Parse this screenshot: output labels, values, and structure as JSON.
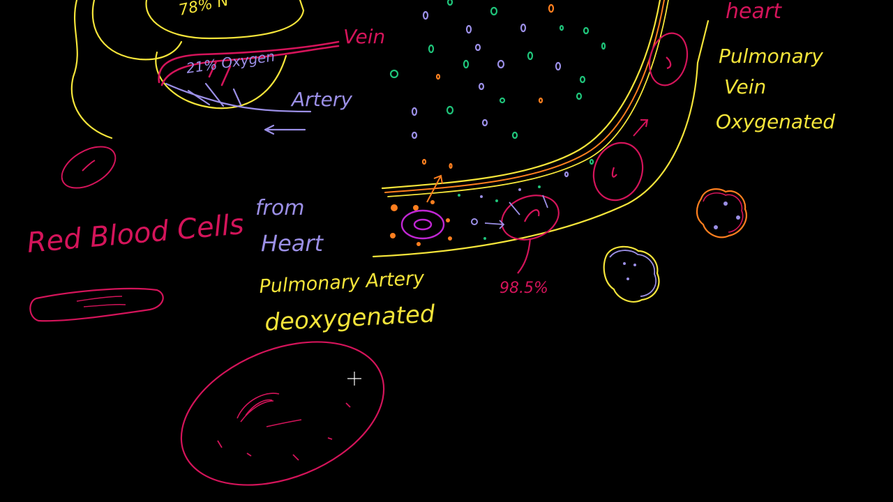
{
  "labels": {
    "heart_top": "heart",
    "pulmonary_vein_line1": "Pulmonary",
    "pulmonary_vein_line2": "Vein",
    "oxygenated": "Oxygenated",
    "vein": "Vein",
    "artery": "Artery",
    "oxygen_21": "21% Oxygen",
    "nitrogen_78": "78% N",
    "red_blood_cells": "Red Blood Cells",
    "from": "from",
    "heart": "Heart",
    "pulmonary_artery": "Pulmonary Artery",
    "deoxygenated": "deoxygenated",
    "saturation": "98.5%"
  },
  "colors": {
    "background": "#000000",
    "yellow": "#f4e43a",
    "magenta": "#d4145a",
    "blue": "#9b8fe6",
    "green": "#1fc47a",
    "orange": "#ff7f1f",
    "purple": "#c026d3"
  }
}
